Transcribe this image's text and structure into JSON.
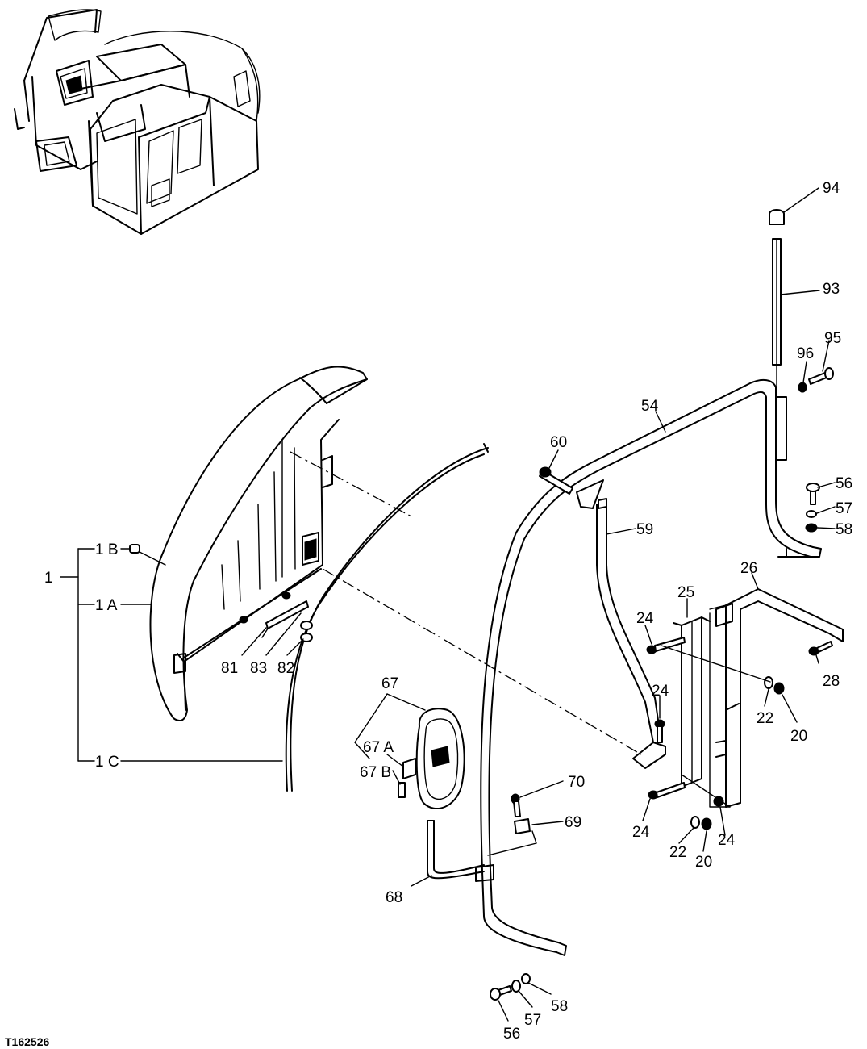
{
  "figure_id": "T162526",
  "callouts": {
    "c1": "1",
    "c1a": "1 A",
    "c1b": "1 B",
    "c1c": "1 C",
    "c20a": "20",
    "c20b": "20",
    "c22a": "22",
    "c22b": "22",
    "c24a": "24",
    "c24b": "24",
    "c24c": "24",
    "c24d": "24",
    "c25": "25",
    "c26": "26",
    "c28": "28",
    "c54": "54",
    "c56a": "56",
    "c56b": "56",
    "c57a": "57",
    "c57b": "57",
    "c58a": "58",
    "c58b": "58",
    "c59": "59",
    "c60": "60",
    "c67": "67",
    "c67a": "67 A",
    "c67b": "67 B",
    "c68": "68",
    "c69": "69",
    "c70": "70",
    "c81": "81",
    "c82": "82",
    "c83": "83",
    "c93": "93",
    "c94": "94",
    "c95": "95",
    "c96": "96"
  }
}
